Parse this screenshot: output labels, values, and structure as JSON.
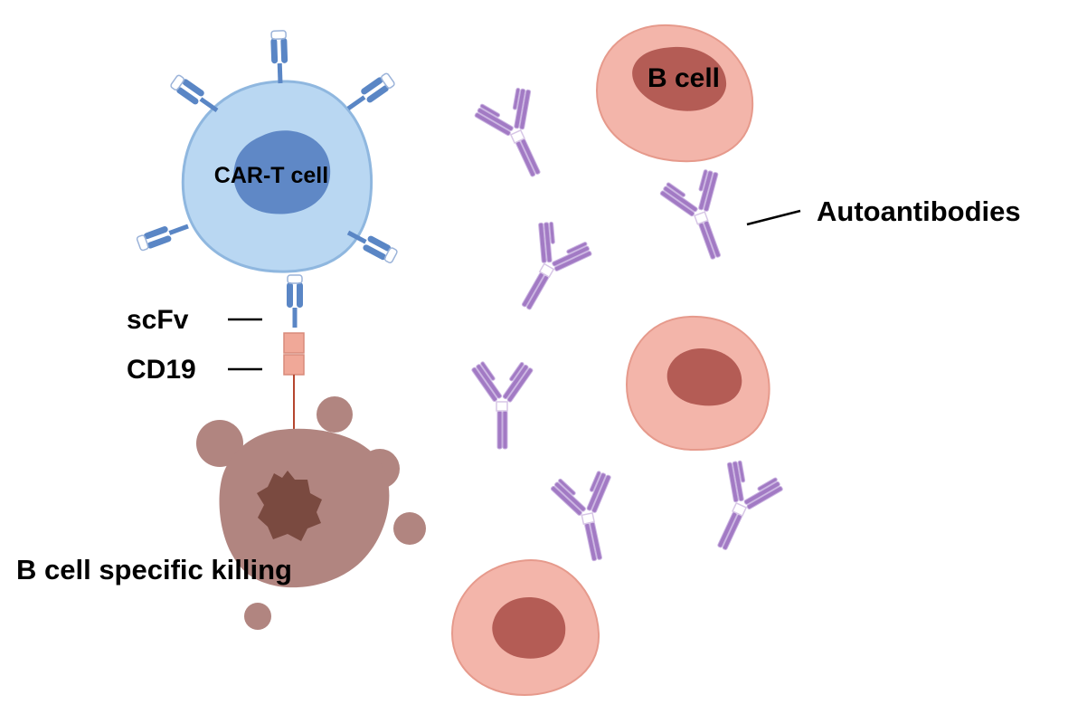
{
  "labels": {
    "car_t_cell": "CAR-T cell",
    "b_cell": "B cell",
    "autoantibodies": "Autoantibodies",
    "scfv": "scFv",
    "cd19": "CD19",
    "killing": "B cell specific killing"
  },
  "colors": {
    "car_t_membrane": "#b9d7f2",
    "car_t_nucleus": "#5f88c6",
    "receptor": "#5a86c5",
    "b_cell_membrane": "#f3b5aa",
    "b_cell_nucleus": "#b45c55",
    "antibody": "#a27ac4",
    "cd19": "#f0a898",
    "dying_cell": "#b18580",
    "dying_nucleus": "#7a4a40"
  }
}
